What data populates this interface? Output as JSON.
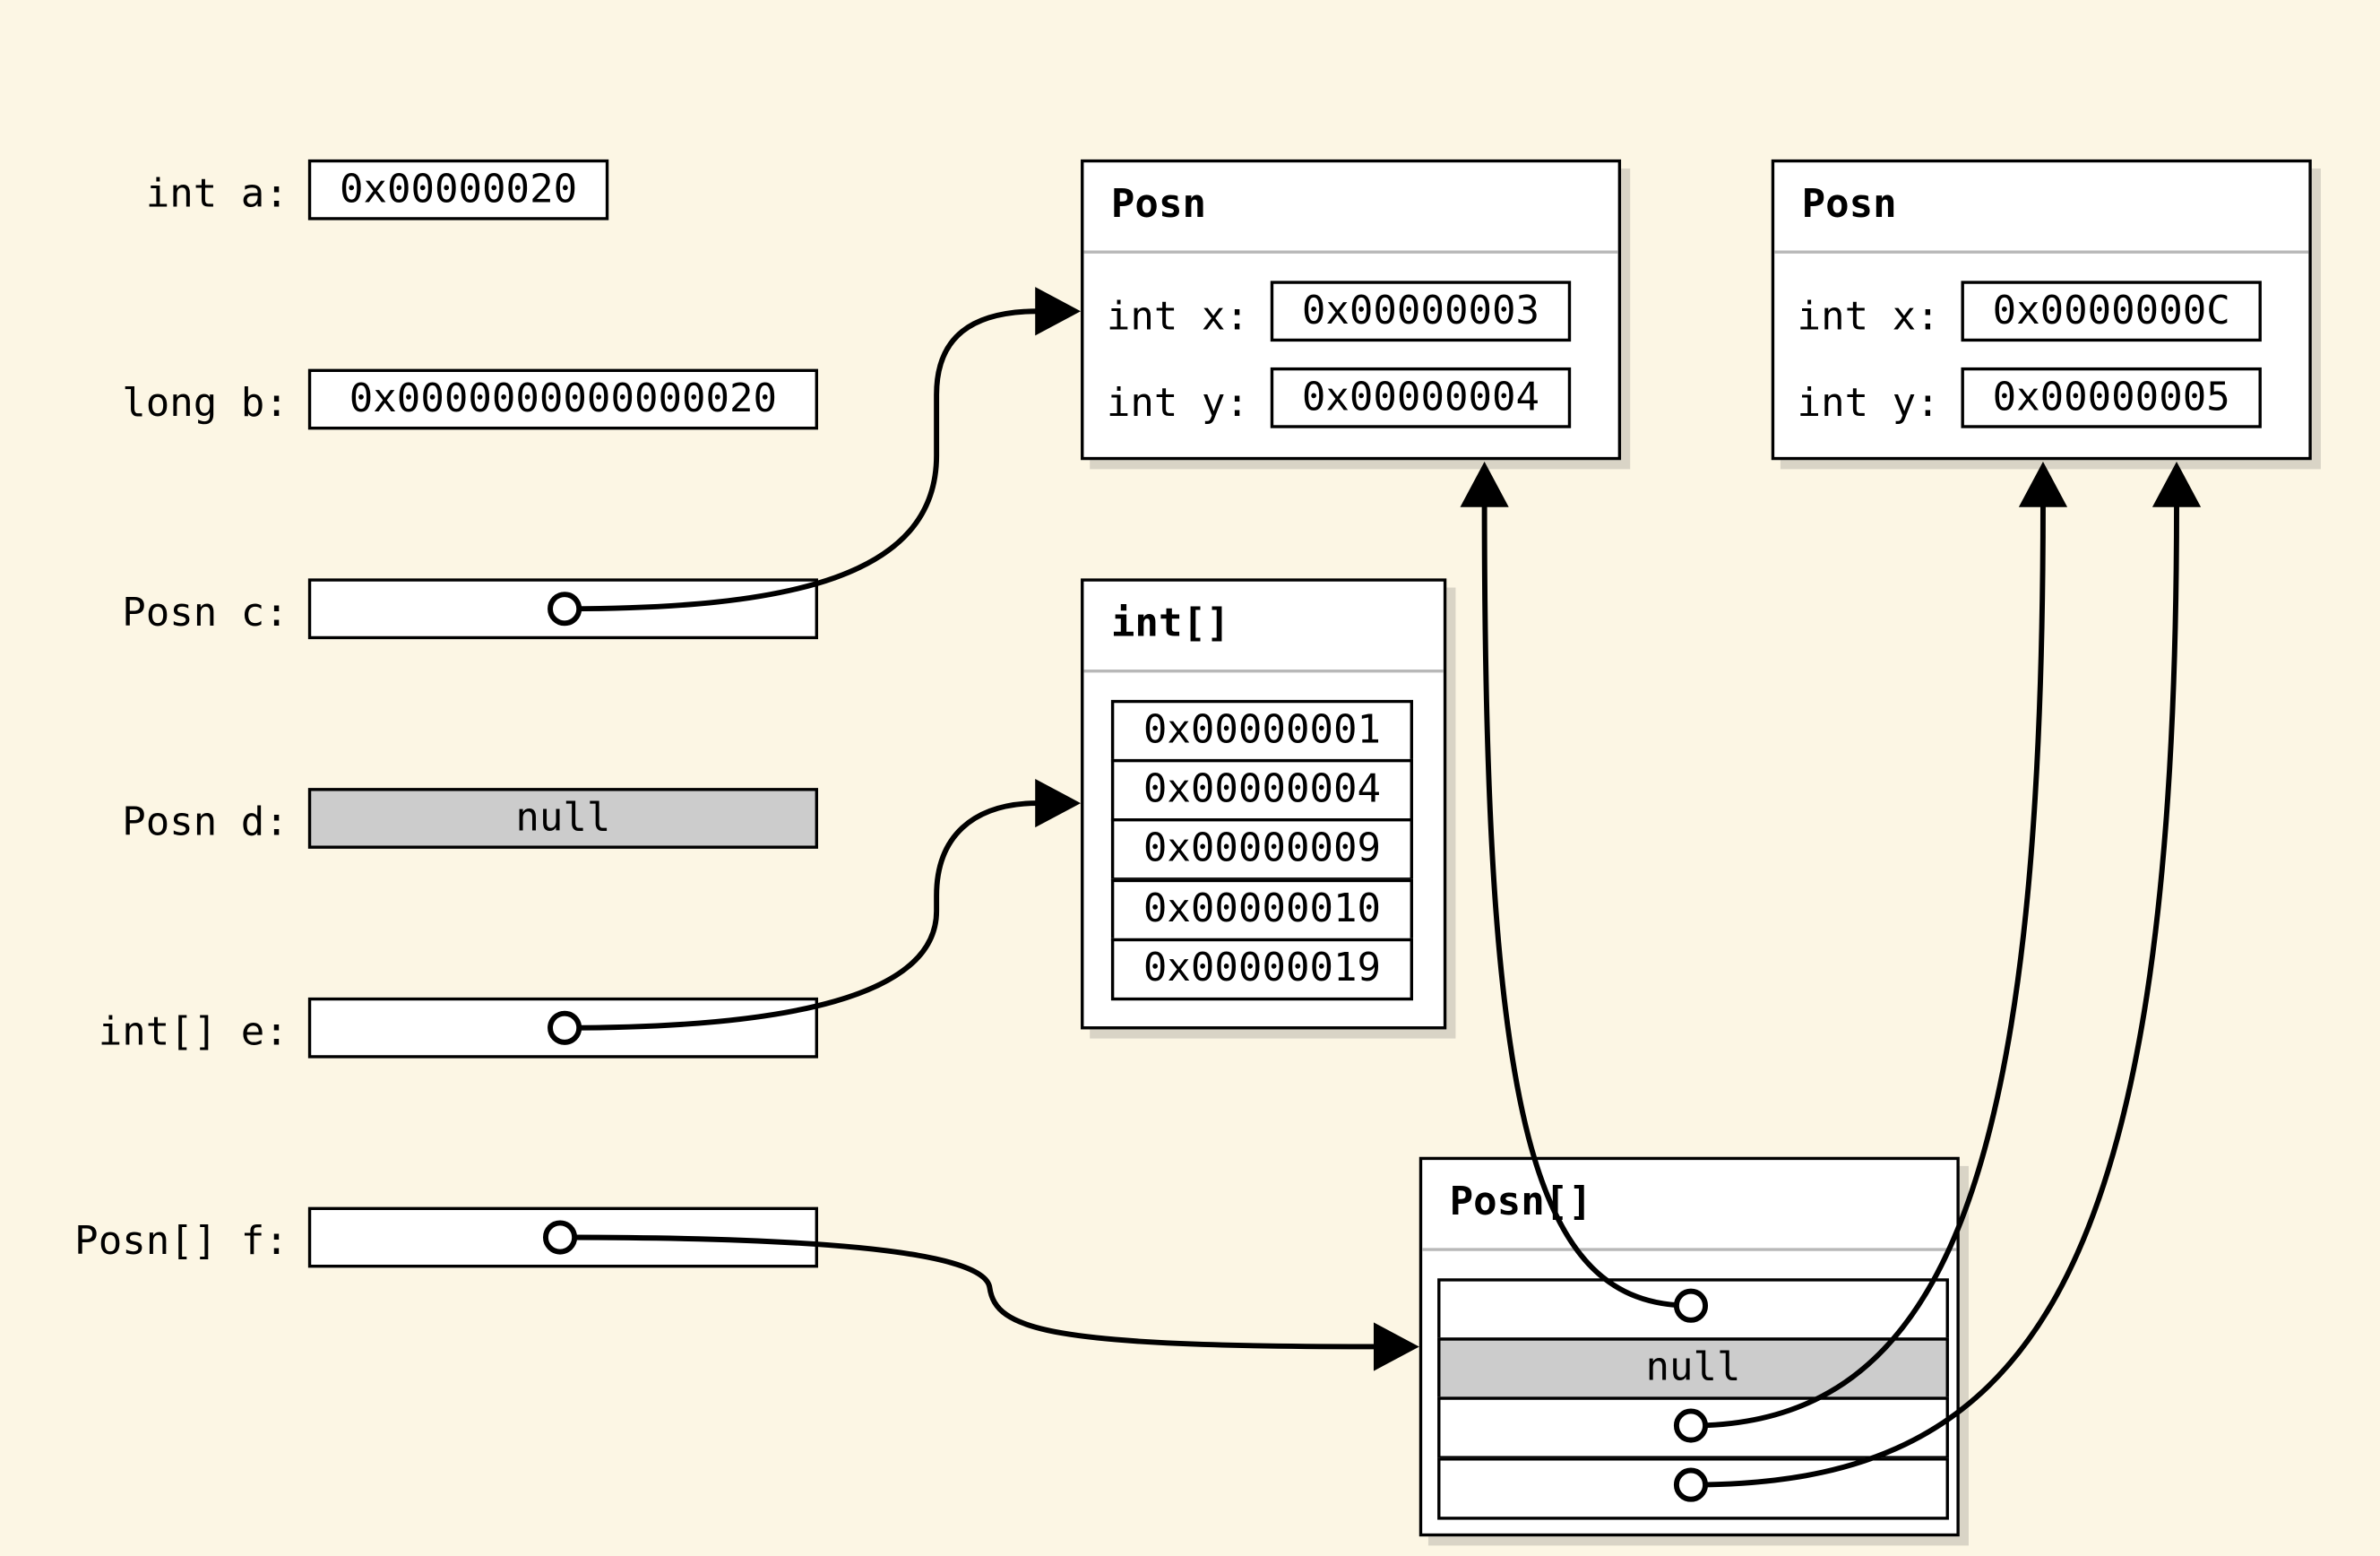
{
  "variables": [
    {
      "label": "int a:",
      "value": "0x00000020"
    },
    {
      "label": "long b:",
      "value": "0x0000000000000020"
    },
    {
      "label": "Posn c:",
      "value": ""
    },
    {
      "label": "Posn d:",
      "value": "null"
    },
    {
      "label": "int[] e:",
      "value": ""
    },
    {
      "label": "Posn[] f:",
      "value": ""
    }
  ],
  "posn1": {
    "title": "Posn",
    "x_label": "int x:",
    "x_value": "0x00000003",
    "y_label": "int y:",
    "y_value": "0x00000004"
  },
  "posn2": {
    "title": "Posn",
    "x_label": "int x:",
    "x_value": "0x0000000C",
    "y_label": "int y:",
    "y_value": "0x00000005"
  },
  "int_array": {
    "title": "int[]",
    "values": [
      "0x00000001",
      "0x00000004",
      "0x00000009",
      "0x00000010",
      "0x00000019"
    ]
  },
  "posn_array": {
    "title": "Posn[]",
    "cells": [
      "",
      "null",
      "",
      ""
    ]
  }
}
